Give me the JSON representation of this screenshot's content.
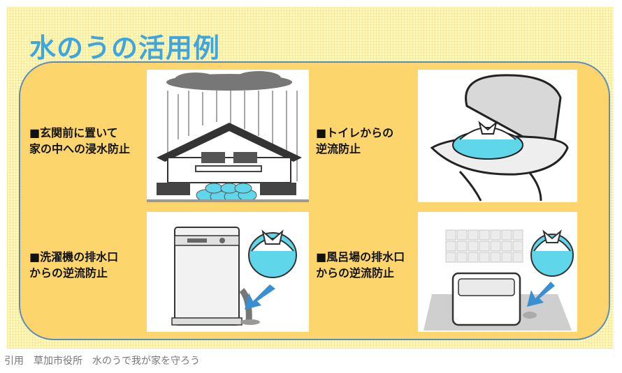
{
  "title": "水のうの活用例",
  "items": [
    {
      "line1": "■玄関前に置いて",
      "line2": "家の中への浸水防止"
    },
    {
      "line1": "■トイレからの",
      "line2": "逆流防止"
    },
    {
      "line1": "■洗濯機の排水口",
      "line2": "からの逆流防止"
    },
    {
      "line1": "■風呂場の排水口",
      "line2": "からの逆流防止"
    }
  ],
  "caption": "引用　草加市役所　水のうで我が家を守ろう",
  "colors": {
    "title": "#3ea6de",
    "panel": "#fcd66c",
    "water": "#5fd6ea",
    "border": "#5b8cc0"
  }
}
